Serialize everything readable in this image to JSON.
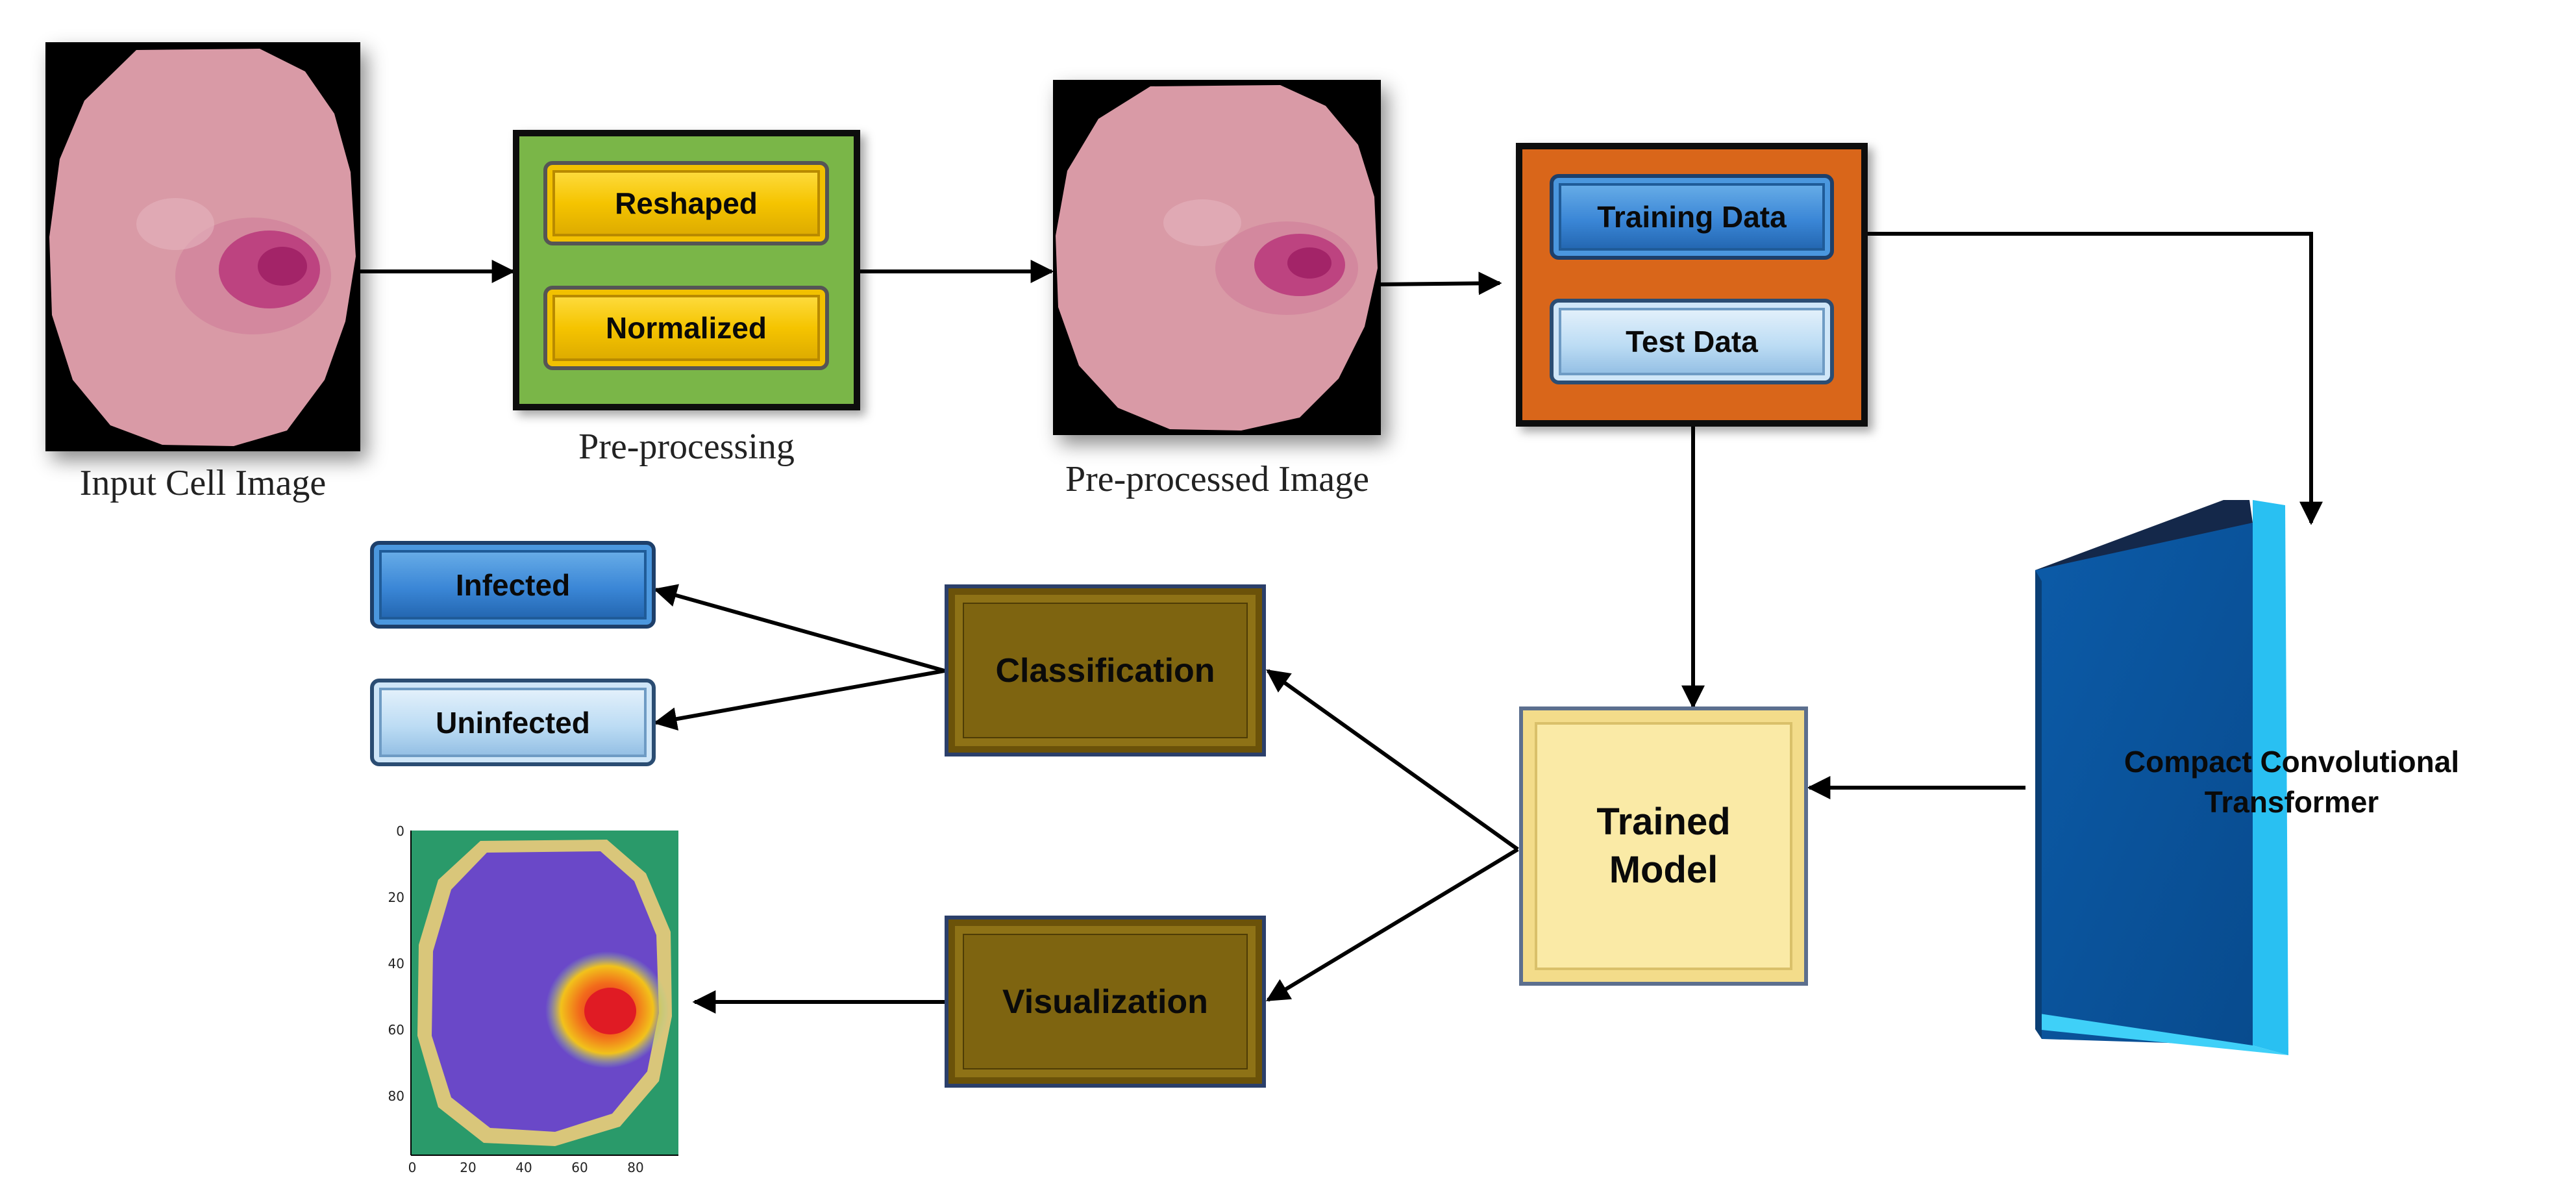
{
  "captions": {
    "input": "Input Cell Image",
    "preprocessing": "Pre-processing",
    "preprocessed": "Pre-processed Image"
  },
  "preprocessing_steps": [
    "Reshaped",
    "Normalized"
  ],
  "data_split": [
    "Training Data",
    "Test Data"
  ],
  "model": {
    "cct": [
      "Compact Convolutional",
      "Transformer"
    ],
    "trained": [
      "Trained",
      "Model"
    ]
  },
  "stages": {
    "classification": "Classification",
    "visualization": "Visualization"
  },
  "outputs": [
    "Infected",
    "Uninfected"
  ],
  "heatmap_axes": {
    "y_ticks": [
      "0",
      "20",
      "40",
      "60",
      "80"
    ],
    "x_ticks": [
      "0",
      "20",
      "40",
      "60",
      "80"
    ]
  },
  "colors": {
    "preprocessing_box": "#7ab648",
    "data_box": "#d9661a",
    "cct_block": "#0b5aa6",
    "cct_edge": "#29c0f2",
    "stage_box": "#7e6410",
    "trained_box": "#faeaa6",
    "cell": "#d99aa6",
    "parasite": "#b8377a"
  }
}
